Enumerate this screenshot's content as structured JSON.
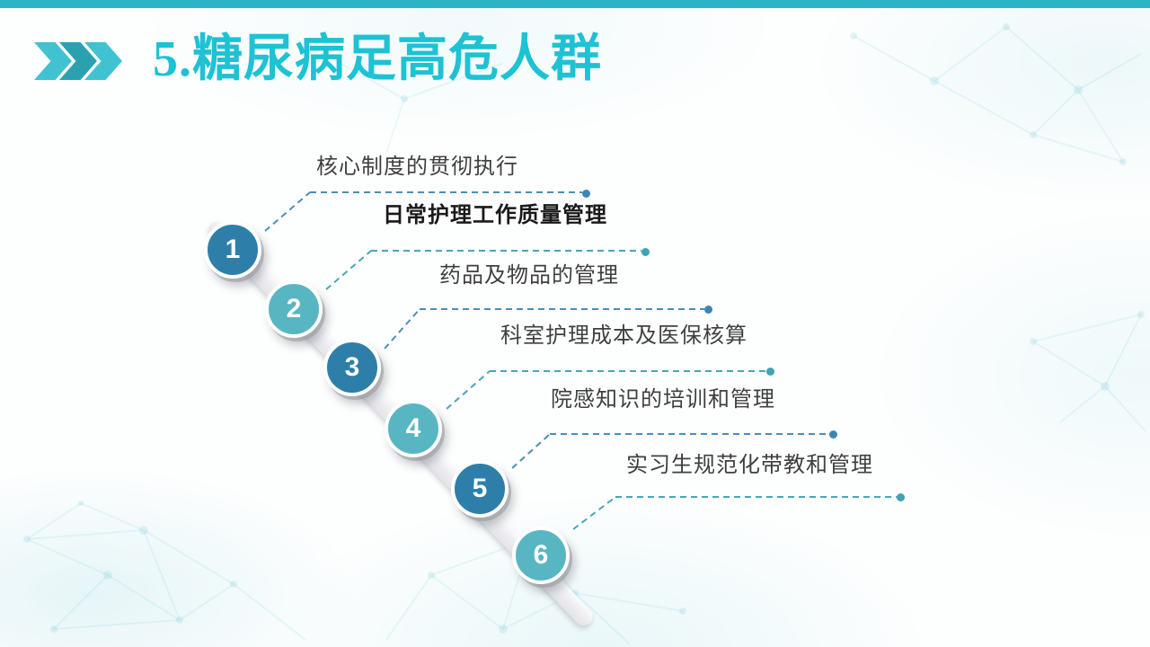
{
  "slide": {
    "title": "5.糖尿病足高危人群",
    "accent_color": "#1dc2d3",
    "top_bar_color": "#2ab4c5",
    "background_color": "#fdfefe",
    "decor": {
      "header_icon": "triple-chevron-right-icon",
      "chevron_light_color": "#41c2d1",
      "chevron_dark_color": "#2ba1b0",
      "background_pattern": "faint-teal-plexus-network"
    }
  },
  "timeline": {
    "ribbon_color": "#ececf0",
    "circle_dark_color": "#2d7fa9",
    "circle_light_color": "#58b6c3",
    "connector_blue_color": "#4a8fb4",
    "connector_teal_color": "#49a6b8",
    "items": [
      {
        "number": "1",
        "label": "核心制度的贯彻执行",
        "emphasis": false,
        "circle_color": "#2d7fa9",
        "dot_color": "#3c86b6"
      },
      {
        "number": "2",
        "label": "日常护理工作质量管理",
        "emphasis": true,
        "circle_color": "#58b6c3",
        "dot_color": "#3fa4b2"
      },
      {
        "number": "3",
        "label": "药品及物品的管理",
        "emphasis": false,
        "circle_color": "#2d7fa9",
        "dot_color": "#3c86b6"
      },
      {
        "number": "4",
        "label": "科室护理成本及医保核算",
        "emphasis": false,
        "circle_color": "#58b6c3",
        "dot_color": "#3fa4b2"
      },
      {
        "number": "5",
        "label": "院感知识的培训和管理",
        "emphasis": false,
        "circle_color": "#2d7fa9",
        "dot_color": "#3c86b6"
      },
      {
        "number": "6",
        "label": "实习生规范化带教和管理",
        "emphasis": false,
        "circle_color": "#58b6c3",
        "dot_color": "#3fa4b2"
      }
    ]
  }
}
